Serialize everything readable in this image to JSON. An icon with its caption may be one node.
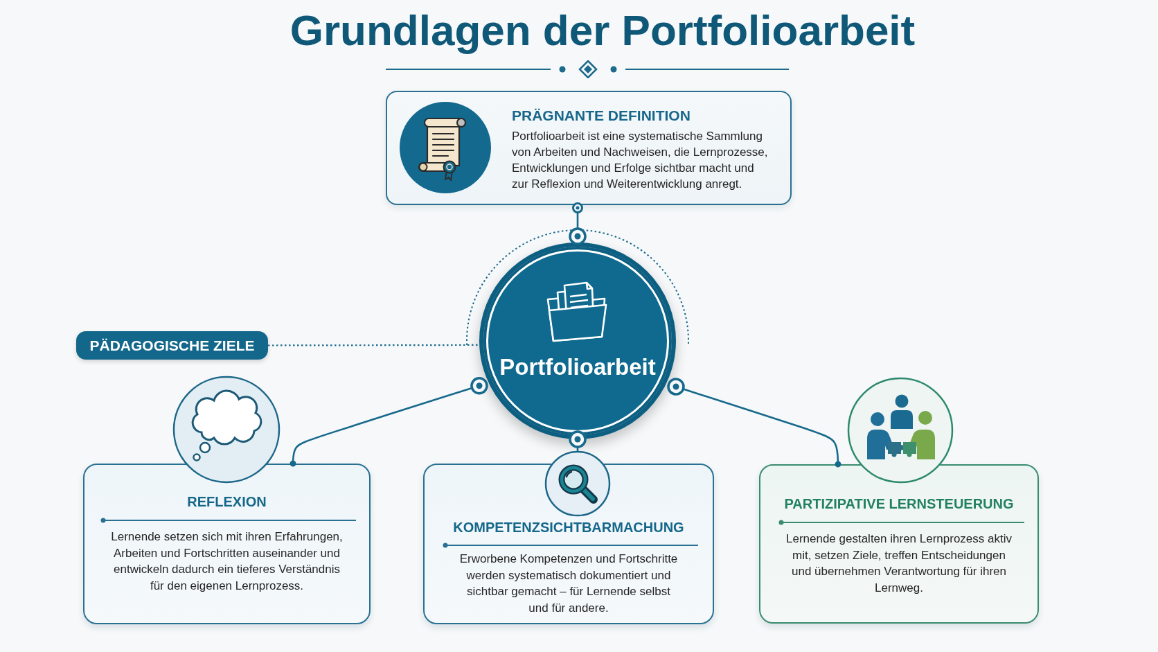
{
  "diagram": {
    "title": "Grundlagen der Portfolioarbeit",
    "nodes": [
      {
        "text": [
          "PRÄGNANTE DEFINITION",
          "Portfolioarbeit ist eine systematische Sammlung von Arbeiten und Nachweisen, die Lernprozesse, Entwicklungen und Erfolge sichtbar macht und zur Reflexion und Weiterentwicklung anregt."
        ]
      },
      {
        "text": [
          "Portfolioarbeit"
        ]
      },
      {
        "text": [
          "PÄDAGOGISCHE ZIELE"
        ]
      },
      {
        "text": [
          "REFLEXION",
          "Lernende setzen sich mit ihren Erfahrungen, Arbeiten und Fortschritten auseinander und entwickeln dadurch ein tieferes Verständnis für den eigenen Lernprozess."
        ]
      },
      {
        "text": [
          "KOMPETENZSICHTBARMACHUNG",
          "Erworbene Kompetenzen und Fortschritte werden systematisch dokumentiert und sichtbar gemacht – für Lernende selbst und für andere."
        ]
      },
      {
        "text": [
          "PARTIZIPATIVE LERNSTEUERUNG",
          "Lernende gestalten ihren Lernprozess aktiv mit, setzen Ziele, treffen Entscheidungen und übernehmen Verantwortung für ihren Lernweg."
        ]
      }
    ],
    "edges": [
      {
        "from": 1,
        "to": 0,
        "arrow": "other"
      },
      {
        "from": 1,
        "to": 3,
        "arrow": "other"
      },
      {
        "from": 1,
        "to": 4,
        "arrow": "other"
      },
      {
        "from": 1,
        "to": 5,
        "arrow": "other"
      },
      {
        "from": 2,
        "to": 1,
        "arrow": "none",
        "style": "dashed"
      }
    ]
  }
}
